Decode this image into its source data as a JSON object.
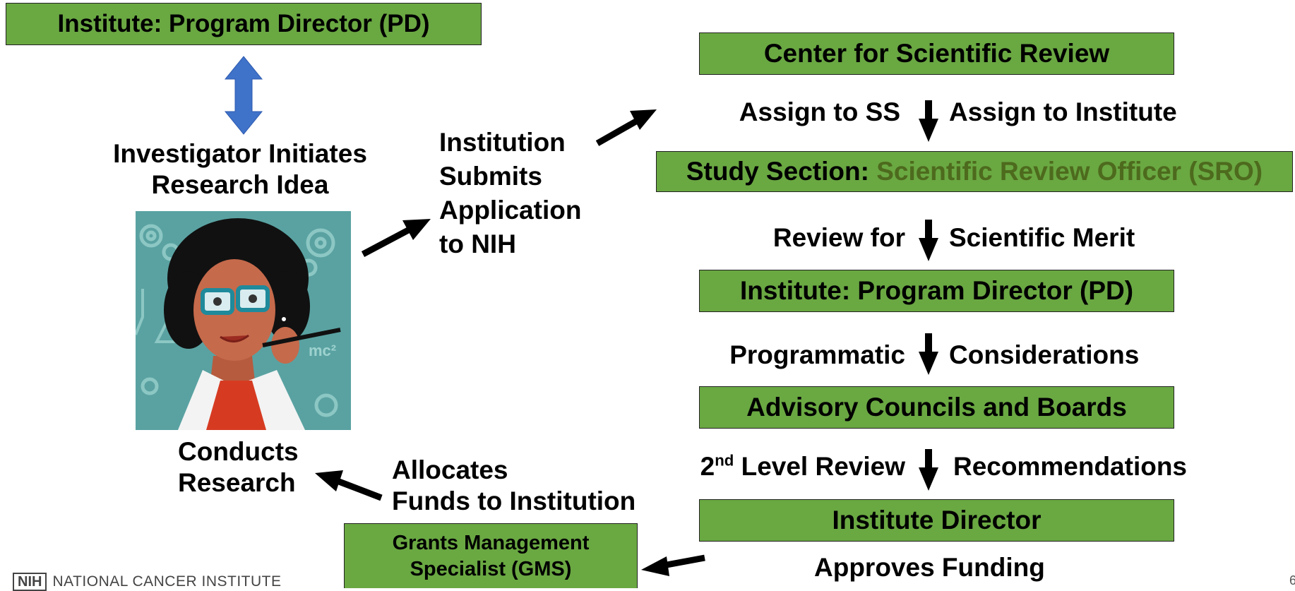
{
  "left": {
    "pd_box": "Institute: Program Director (PD)",
    "investigator": [
      "Investigator Initiates",
      "Research Idea"
    ],
    "conducts": [
      "Conducts",
      "Research"
    ],
    "submits": [
      "Institution",
      "Submits",
      "Application",
      "to NIH"
    ],
    "allocates": [
      "Allocates",
      "Funds to Institution"
    ],
    "gms_box": [
      "Grants Management",
      "Specialist (GMS)"
    ]
  },
  "right": {
    "csr_box": "Center for Scientific Review",
    "assign_left": "Assign to SS",
    "assign_right": "Assign to Institute",
    "ss_box_prefix": "Study Section:",
    "ss_box_sro": "Scientific Review Officer (SRO)",
    "review_left": "Review for",
    "review_right": "Scientific Merit",
    "pd_box": "Institute: Program Director (PD)",
    "prog_left": "Programmatic",
    "prog_right": "Considerations",
    "councils_box": "Advisory Councils and Boards",
    "level_num": "2",
    "level_sup": "nd",
    "level_rest": " Level Review",
    "recs": "Recommendations",
    "director_box": "Institute Director",
    "approves": "Approves Funding"
  },
  "footer": {
    "logo_mark": "NIH",
    "logo_text": "NATIONAL CANCER INSTITUTE",
    "page_number": "6"
  },
  "colors": {
    "box_green": "#6aa842",
    "sro_text": "#4d6a1d",
    "double_arrow_blue": "#3f72c9",
    "illustration_bg": "#5aa2a2"
  }
}
